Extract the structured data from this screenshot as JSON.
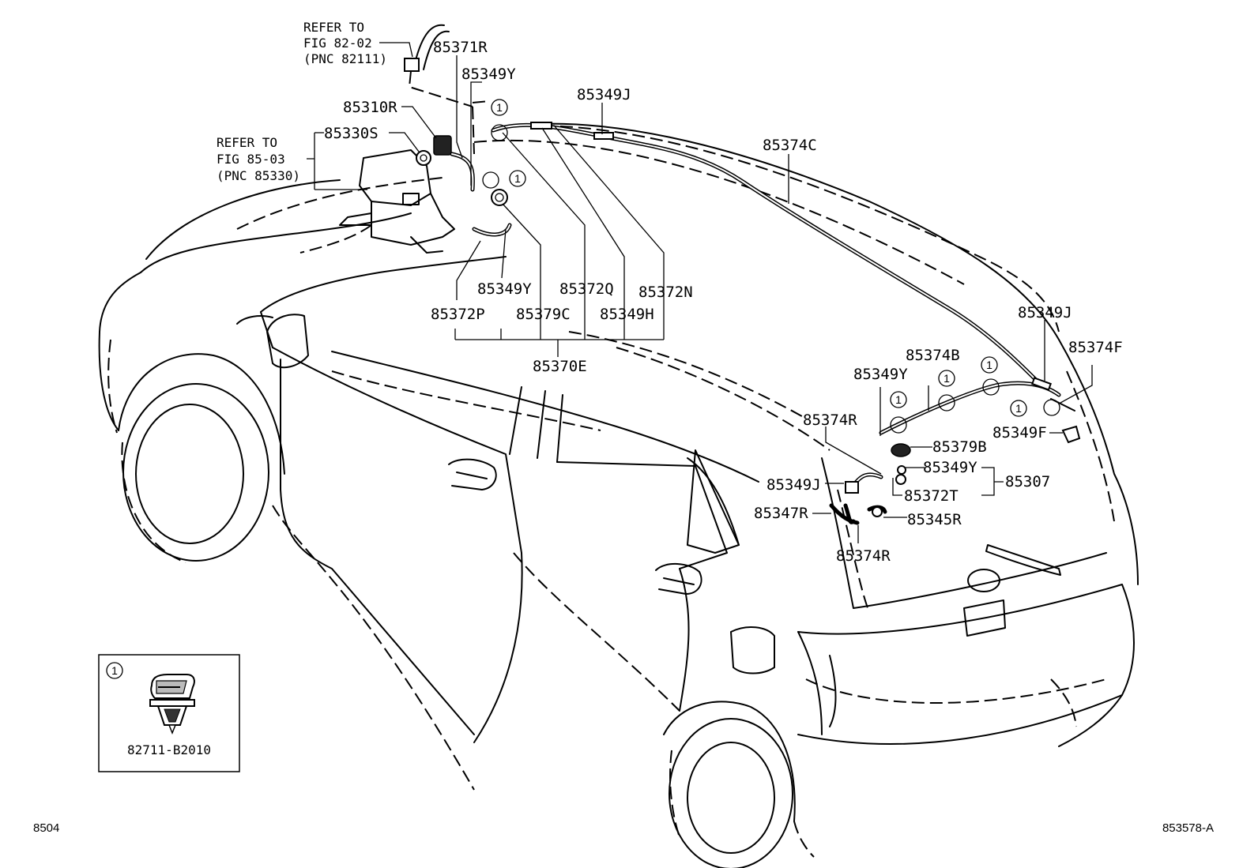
{
  "clip_marker": "1",
  "refs": {
    "fig82": [
      "REFER TO",
      "FIG 82-02",
      "(PNC 82111)"
    ],
    "fig85": [
      "REFER TO",
      "FIG 85-03",
      "(PNC 85330)"
    ]
  },
  "labels": {
    "p85371R": "85371R",
    "p85349Y_top": "85349Y",
    "p85349J_top": "85349J",
    "p85310R": "85310R",
    "p85330S": "85330S",
    "p85374C": "85374C",
    "p85349Y_mid": "85349Y",
    "p85372Q": "85372Q",
    "p85372N": "85372N",
    "p85372P": "85372P",
    "p85379C": "85379C",
    "p85349H": "85349H",
    "p85370E": "85370E",
    "p85349J_right": "85349J",
    "p85374F": "85374F",
    "p85374B": "85374B",
    "p85349Y_right": "85349Y",
    "p85374R_top": "85374R",
    "p85379B": "85379B",
    "p85349F": "85349F",
    "p85349Y_lower": "85349Y",
    "p85307": "85307",
    "p85349J_lower": "85349J",
    "p85372T": "85372T",
    "p85347R": "85347R",
    "p85345R": "85345R",
    "p85374R_bottom": "85374R"
  },
  "inset": {
    "part_number": "82711-B2010"
  },
  "footer": {
    "page_code": "8504",
    "figure_code": "853578-A"
  }
}
